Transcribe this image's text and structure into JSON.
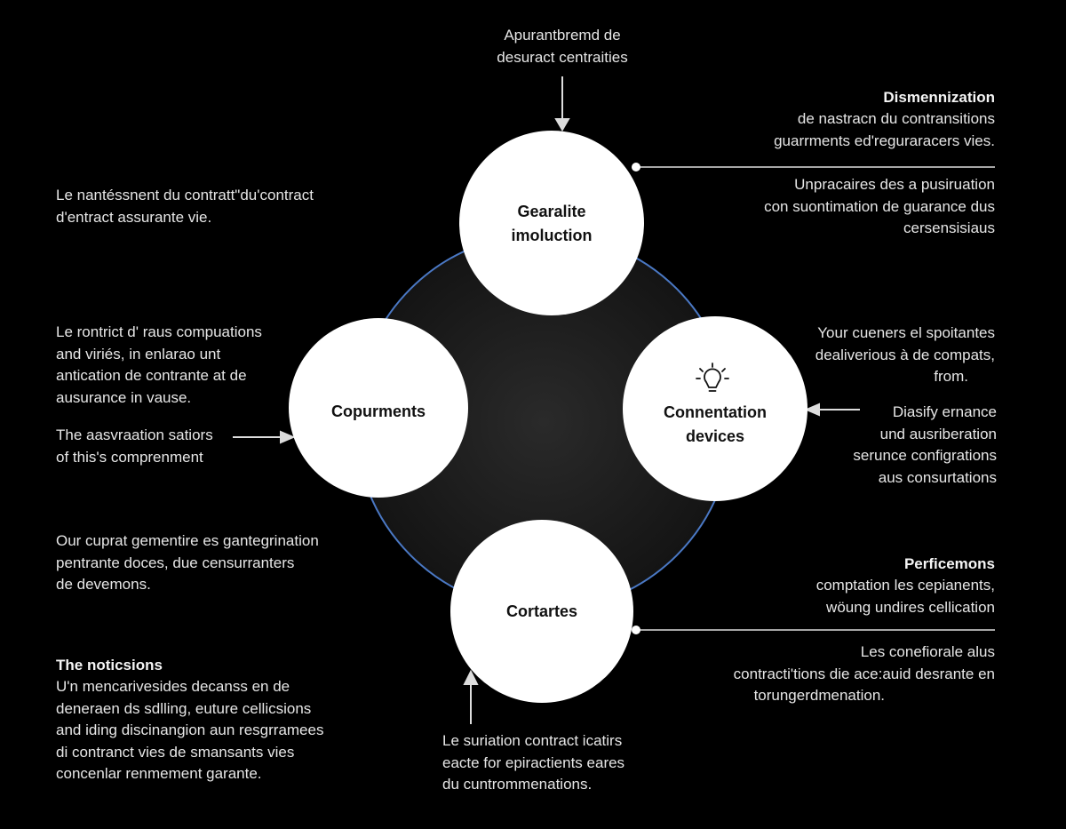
{
  "colors": {
    "background": "#000000",
    "ring": "#4a78c4",
    "node_fill": "#ffffff",
    "text": "#e6e6e6",
    "connector": "#dddddd"
  },
  "nodes": {
    "top": {
      "lines": [
        "Gearalite",
        "imoluction"
      ]
    },
    "left": {
      "lines": [
        "Copurments"
      ]
    },
    "right": {
      "icon": "lightbulb-icon",
      "lines": [
        "Connentation",
        "devices"
      ]
    },
    "bottom": {
      "lines": [
        "Cortartes"
      ]
    }
  },
  "annotations": {
    "top_center": [
      "Apurantbremd de",
      "desuract centraities"
    ],
    "left_1": [
      "Le nantéssnent du contratt\"du'contract",
      "d'entract assurante vie."
    ],
    "left_2": [
      "Le rontrict d' raus compuations",
      "and viriés, in enlarao unt",
      "antication de contrante at de",
      "ausurance in vause."
    ],
    "left_3": [
      "The aasvraation satiors",
      "of this's comprenment"
    ],
    "left_4": [
      "Our cuprat gementire es gantegrination",
      "pentrante doces, due censurranters",
      "de devemons."
    ],
    "left_5": {
      "heading": "The noticsions",
      "lines": [
        "U'n mencarivesides decanss en de",
        "deneraen ds sdlling, euture cellicsions",
        "and iding discinangion aun resgrramees",
        "di contranct vies de smansants vies",
        "concenlar renmement garante."
      ]
    },
    "right_1": {
      "heading": "Dismennization",
      "lines": [
        "de nastracn du contransitions",
        "guarrments ed'reguraracers vies."
      ]
    },
    "right_2": [
      "Unpracaires des a pusiruation",
      "con suontimation de guarance dus",
      "cersensisiaus"
    ],
    "right_3": [
      "Your cueners el spoitantes",
      "dealiverious à de compats,",
      "from."
    ],
    "right_4": [
      "Diasify ernance",
      "und ausriberation",
      "serunce configrations",
      "aus consurtations"
    ],
    "right_5": {
      "heading": "Perficemons",
      "lines": [
        "comptation les cepianents,",
        "wöung undires cellication"
      ]
    },
    "right_6": [
      "Les conefiorale alus",
      "contracti'tions die ace:auid desrante en",
      "torungerdmenation."
    ],
    "bottom_center": [
      "Le suriation contract icatirs",
      "eacte for epiractients eares",
      "du cuntrommenations."
    ]
  }
}
